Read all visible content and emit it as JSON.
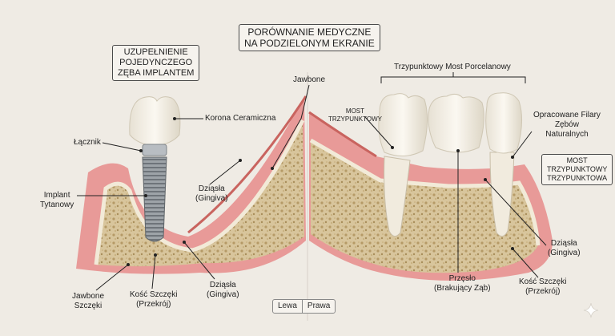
{
  "title": {
    "line1": "PORÓWNANIE MEDYCZNE",
    "line2": "NA PODZIELONYM EKRANIE"
  },
  "left_panel": {
    "heading": {
      "line1": "UZUPEŁNIENIE",
      "line2": "POJEDYNCZEGO",
      "line3": "ZĘBA IMPLANTEM"
    },
    "labels": {
      "jawbone_top": "Jawbone",
      "korona": "Korona Ceramiczna",
      "lacznik": "Łącznik",
      "implant_1": "Implant",
      "implant_2": "Tytanowy",
      "dziasla_mid_1": "Dziąsła",
      "dziasla_mid_2": "(Gingiva)",
      "jawbone_b_1": "Jawbone",
      "jawbone_b_2": "Szczęki",
      "kosc_1": "Kość Szczęki",
      "kosc_2": "(Przekrój)",
      "dziasla_b_1": "Dziąsła",
      "dziasla_b_2": "(Gingiva)"
    }
  },
  "right_panel": {
    "bracket_label": "Trzypunktowy Most Porcelanowy",
    "labels": {
      "most_small_1": "MOST",
      "most_small_2": "TRZYPUNKTOWY",
      "filary_1": "Opracowane Filary",
      "filary_2": "Zębów",
      "filary_3": "Naturalnych",
      "dziasla_r_1": "Dziąsła",
      "dziasla_r_2": "(Gingiva)",
      "przeslo_1": "Przęsło",
      "przeslo_2": "(Brakujący Ząb)",
      "kosc_r_1": "Kość Szczęki",
      "kosc_r_2": "(Przekrój)"
    },
    "box": {
      "line1": "MOST",
      "line2": "TRZYPUNKTOWY",
      "line3": "TRZYPUNKTOWA"
    }
  },
  "toggle": {
    "left": "Lewa",
    "right": "Prawa"
  },
  "colors": {
    "background": "#efebe4",
    "gum": "#e89a98",
    "gum_dark": "#c9645f",
    "bone": "#d8c59c",
    "bone_dark": "#b59a66",
    "tooth": "#f3efe6",
    "implant": "#9da3a8"
  },
  "icons": {
    "sparkle": "sparkle-icon"
  }
}
